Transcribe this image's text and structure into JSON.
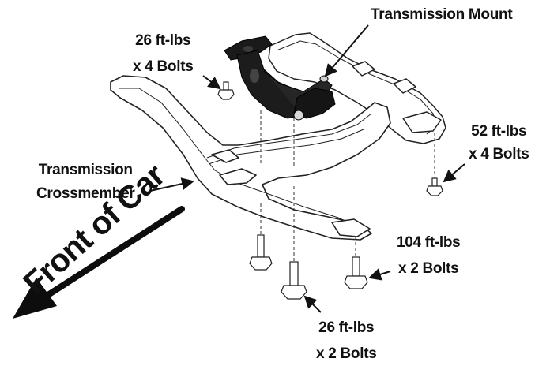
{
  "labels": {
    "transmission_mount": "Transmission Mount",
    "transmission_crossmember": [
      "Transmission",
      "Crossmember"
    ],
    "torque_top_left": [
      "26 ft-lbs",
      "x 4 Bolts"
    ],
    "torque_right": [
      "52 ft-lbs",
      "x 4 Bolts"
    ],
    "torque_bottom_right": [
      "104 ft-lbs",
      "x 2 Bolts"
    ],
    "torque_bottom_center": [
      "26 ft-lbs",
      "x 2 Bolts"
    ],
    "front_of_car": "Front of Car"
  },
  "colors": {
    "text": "#111111",
    "line": "#222222",
    "mount": "#1a1a1a",
    "frame_fill": "#ffffff",
    "arrow": "#0d0d0d"
  }
}
